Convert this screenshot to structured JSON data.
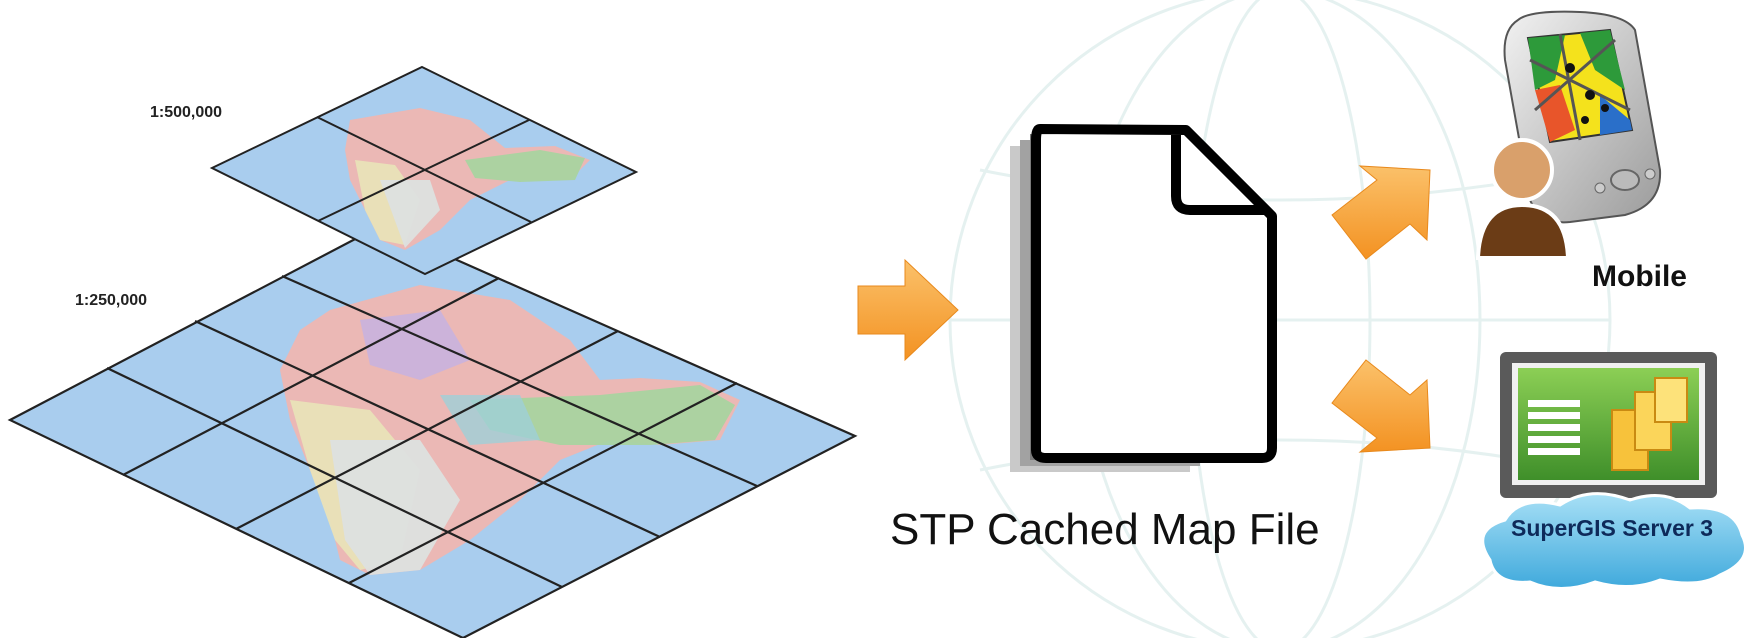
{
  "scales": {
    "top": "1:500,000",
    "bottom": "1:250,000"
  },
  "file": {
    "caption": "STP Cached Map File"
  },
  "targets": {
    "mobile": "Mobile",
    "server": "SuperGIS Server 3"
  },
  "colors": {
    "tile_water": "#a9cdee",
    "grid_line": "#222222",
    "arrow_orange": "#f7a23a",
    "server_green": "#5aa832",
    "server_cloud": "#6fc3ea"
  }
}
